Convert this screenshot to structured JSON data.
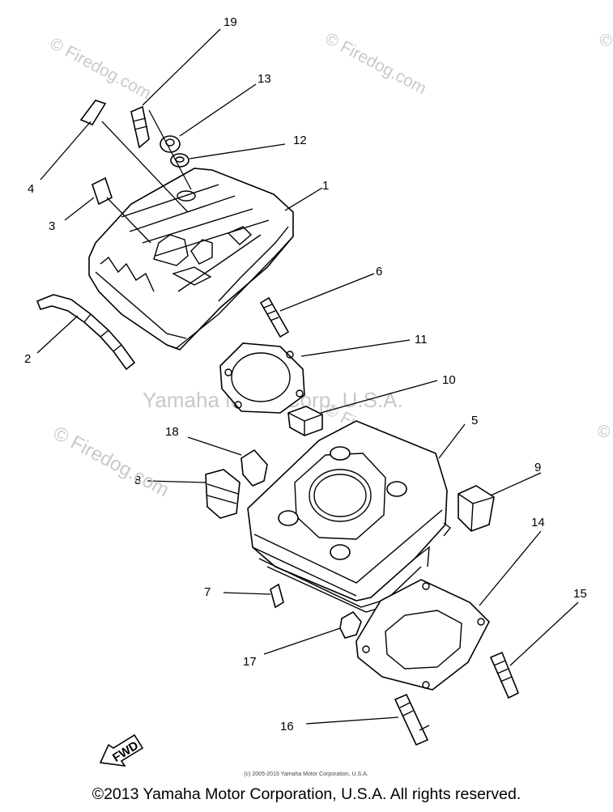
{
  "watermarks": {
    "firedog_1": "© Firedog.com",
    "firedog_2": "© Firedog.com",
    "firedog_3": "© Firedog.com",
    "firedog_4": "© Firedog.com",
    "firedog_5": "© Firedog.com",
    "firedog_6": "©",
    "yamaha_center": "Yamaha Motor Corp, U.S.A."
  },
  "small_copyright": "(c) 2005-2015 Yamaha Motor Corporation, U.S.A.",
  "footer_copyright": "©2013 Yamaha Motor Corporation, U.S.A. All rights reserved.",
  "fwd_label": "FWD",
  "callouts": {
    "p1": "1",
    "p2": "2",
    "p3": "3",
    "p4": "4",
    "p5": "5",
    "p6": "6",
    "p7": "7",
    "p8": "8",
    "p9": "9",
    "p10": "10",
    "p11": "11",
    "p12": "12",
    "p13": "13",
    "p14": "14",
    "p15": "15",
    "p16": "16",
    "p17": "17",
    "p18": "18",
    "p19": "19"
  }
}
